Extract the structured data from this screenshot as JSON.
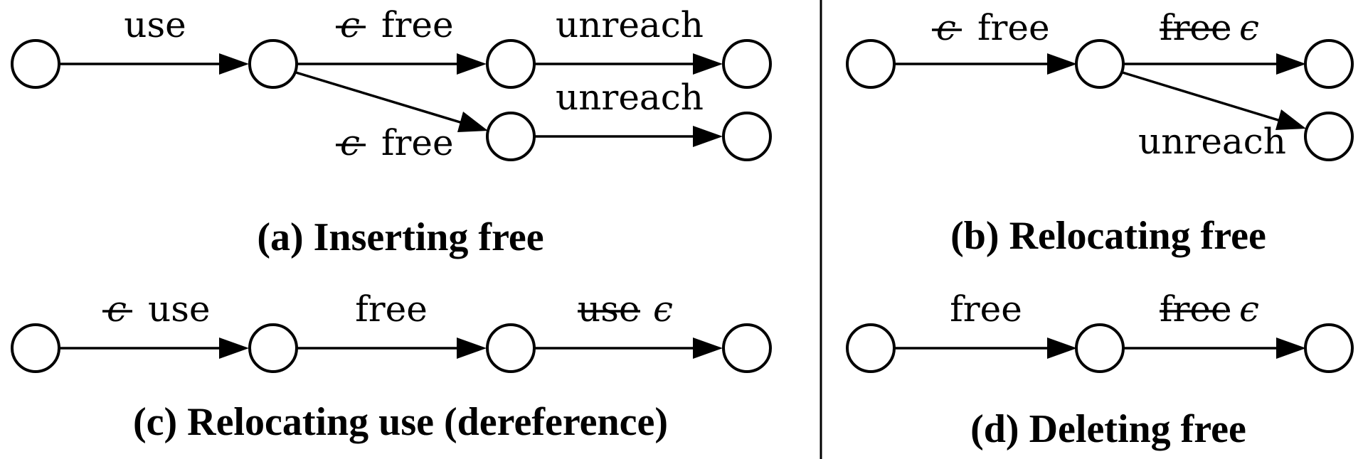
{
  "panels": {
    "a": {
      "caption": "(a) Inserting free",
      "edges": [
        {
          "label": "use"
        },
        {
          "eps": "ϵ",
          "label": "free"
        },
        {
          "label": "unreach"
        },
        {
          "eps": "ϵ",
          "label": "free"
        },
        {
          "label": "unreach"
        }
      ]
    },
    "b": {
      "caption": "(b) Relocating free",
      "edges": [
        {
          "eps": "ϵ",
          "label": "free"
        },
        {
          "label": "free",
          "eps": "ϵ"
        },
        {
          "label": "unreach"
        }
      ]
    },
    "c": {
      "caption": "(c) Relocating use (dereference)",
      "edges": [
        {
          "eps": "ϵ",
          "label": "use"
        },
        {
          "label": "free"
        },
        {
          "label": "use",
          "eps": "ϵ"
        }
      ]
    },
    "d": {
      "caption": "(d) Deleting free",
      "edges": [
        {
          "label": "free"
        },
        {
          "label": "free",
          "eps": "ϵ"
        }
      ]
    }
  }
}
